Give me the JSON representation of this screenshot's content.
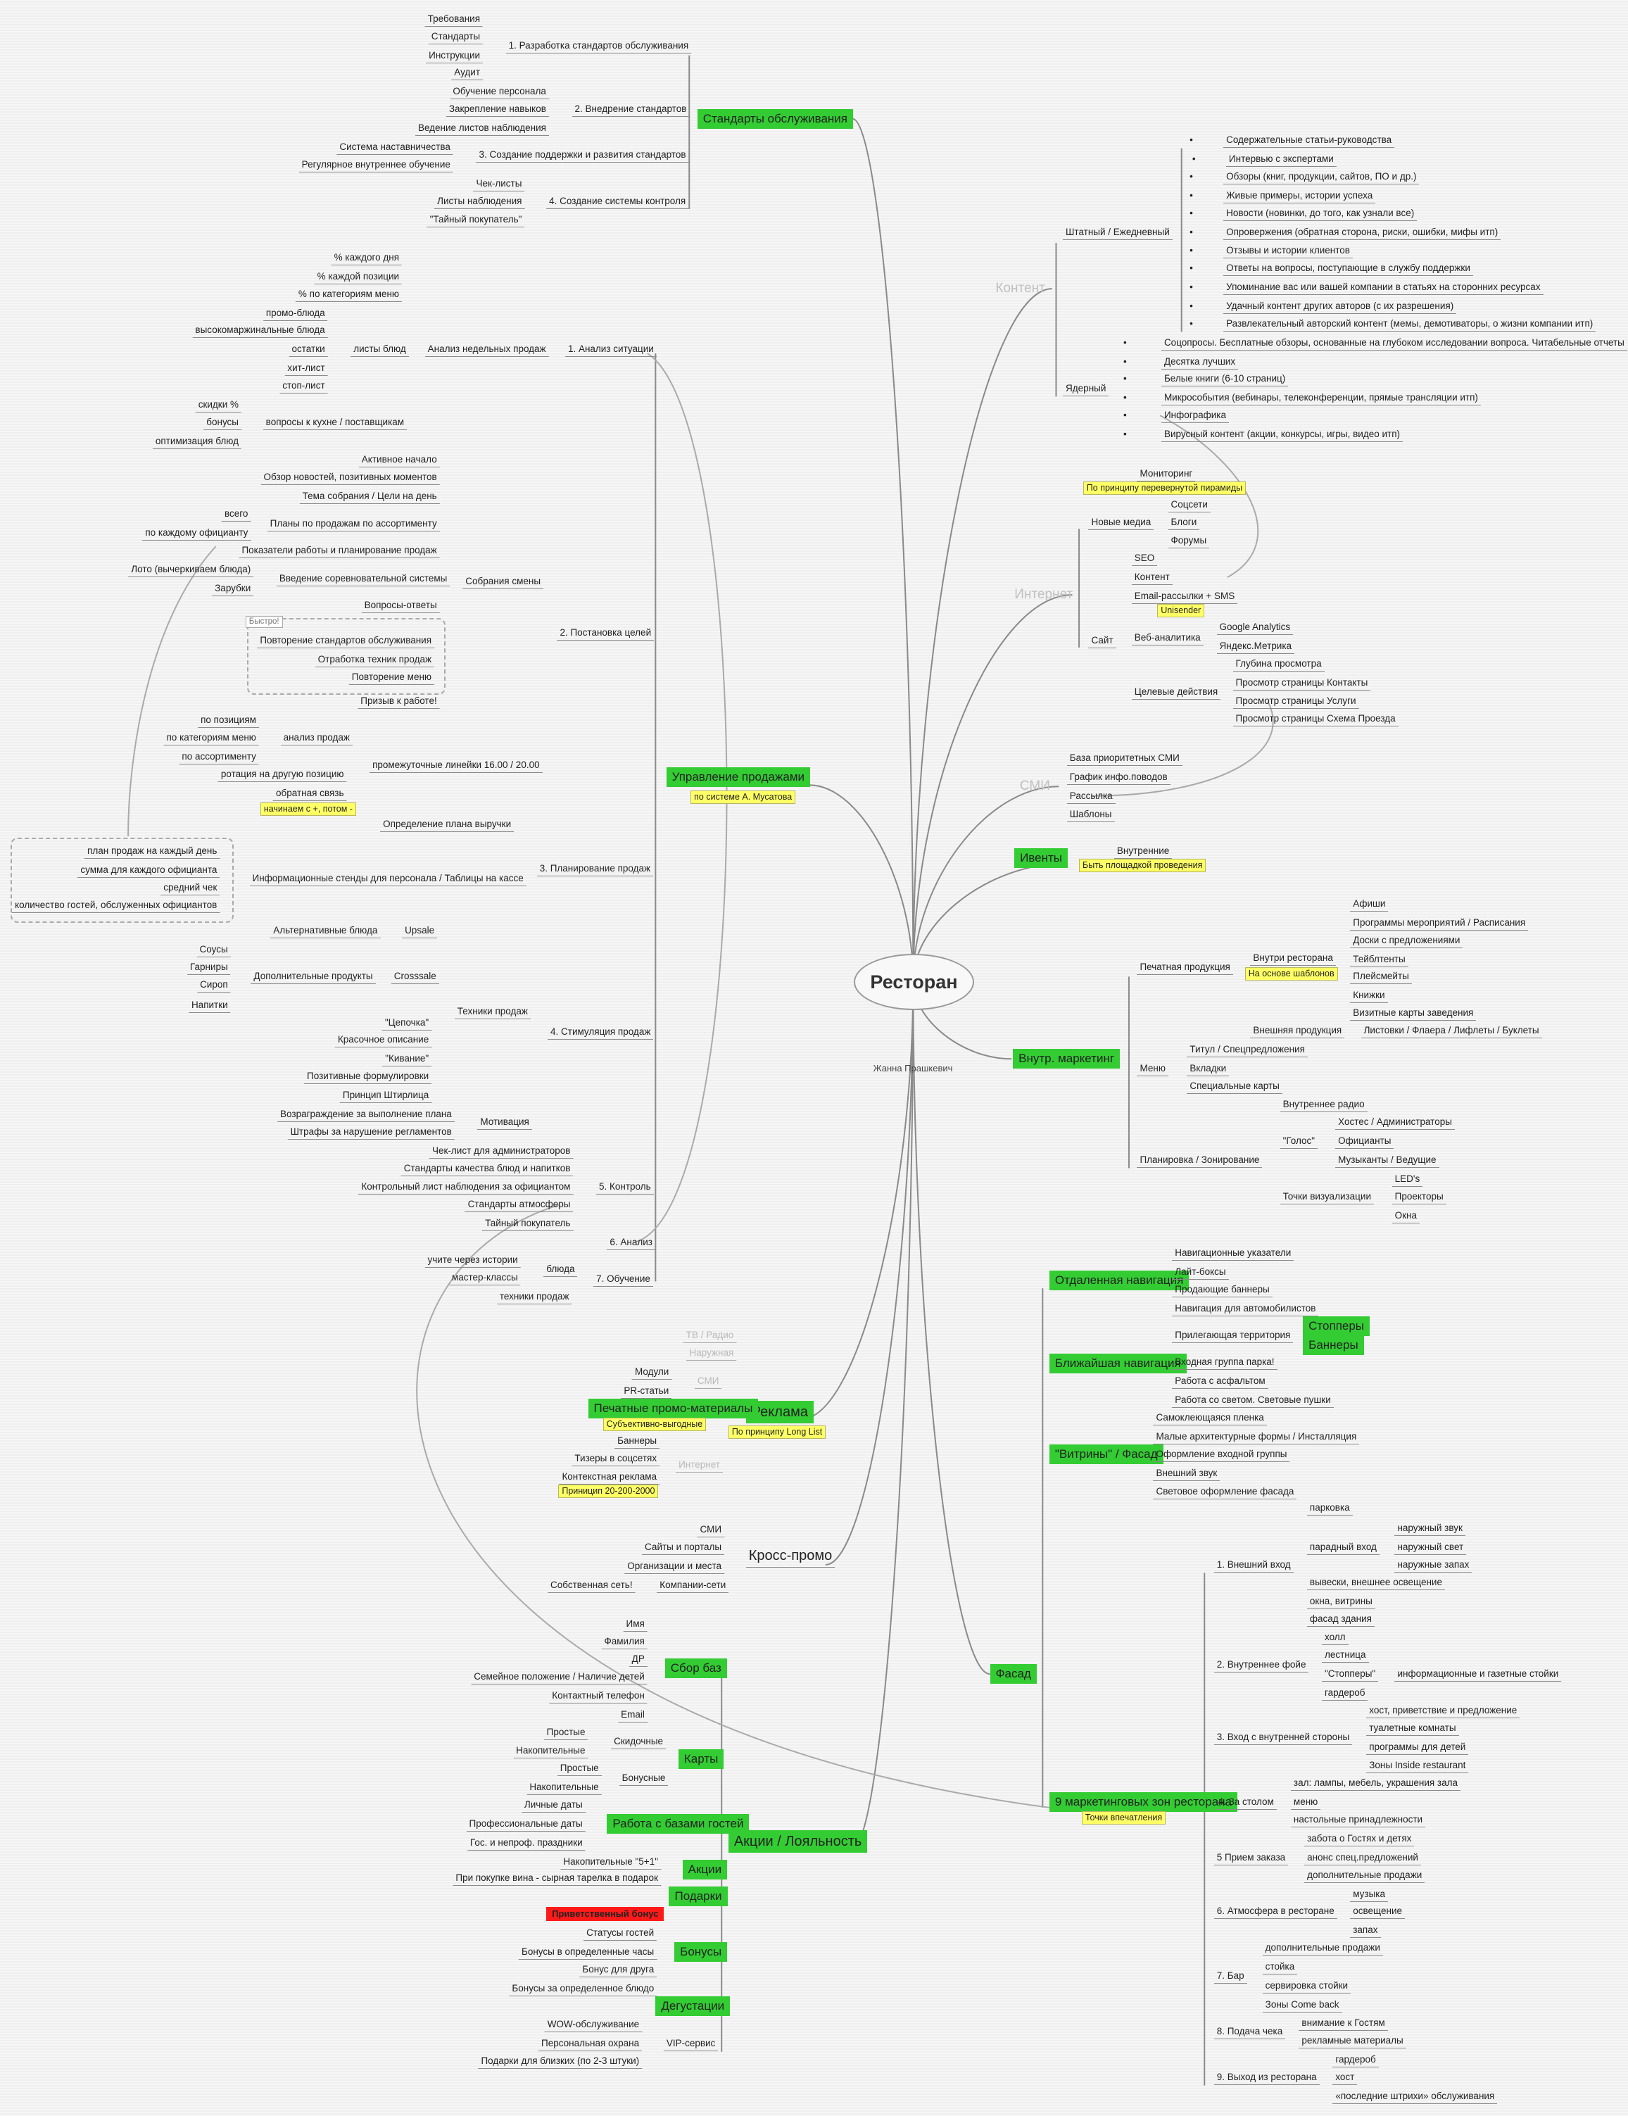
{
  "center": {
    "title": "Ресторан",
    "author": "Жанна Прашкевич"
  },
  "colors": {
    "branch": "#33cc33",
    "note": "#ffff66",
    "alert": "#ff1a1a"
  },
  "map": {
    "standards": [
      "Стандарты обслуживания",
      "1. Разработка стандартов обслуживания",
      "Требования",
      "Стандарты",
      "Инструкции",
      "Аудит",
      "2. Внедрение стандартов",
      "Обучение персонала",
      "Закрепление навыков",
      "Ведение листов наблюдения",
      "3. Создание поддержки и развития стандартов",
      "Система наставничества",
      "Регулярное внутреннее обучение",
      "4. Создание системы контроля",
      "Чек-листы",
      "Листы наблюдения",
      "\"Тайный покупатель\""
    ],
    "sales": [
      "Управление продажами",
      "по системе А. Мусатова",
      "1. Анализ ситуации",
      "Анализ недельных продаж",
      "% каждого дня",
      "% каждой позиции",
      "% по категориям меню",
      "листы блюд",
      "промо-блюда",
      "высокомаржинальные блюда",
      "остатки",
      "хит-лист",
      "стоп-лист",
      "вопросы к кухне / поставщикам",
      "скидки %",
      "бонусы",
      "оптимизация блюд",
      "2. Постановка целей",
      "Собрания смены",
      "Активное начало",
      "Обзор новостей, позитивных моментов",
      "Тема собрания / Цели на день",
      "Планы по продажам по ассортименту",
      "всего",
      "по каждому официанту",
      "Показатели работы и планирование продаж",
      "Введение соревновательной системы",
      "Лото (вычеркиваем блюда)",
      "Зарубки",
      "Вопросы-ответы",
      "Быстро!",
      "Повторение стандартов обслуживания",
      "Отработка техник продаж",
      "Повторение меню",
      "Призыв к работе!",
      "промежуточные линейки 16.00 / 20.00",
      "анализ продаж",
      "по позициям",
      "по категориям меню",
      "по ассортименту",
      "ротация на другую позицию",
      "обратная связь",
      "начинаем с +, потом -",
      "3. Планирование продаж",
      "Определение плана выручки",
      "Информационные стенды для персонала / Таблицы на кассе",
      "план продаж на каждый день",
      "сумма для каждого официанта",
      "средний чек",
      "количество гостей, обслуженных официантов",
      "4. Стимуляция продаж",
      "Техники продаж",
      "Upsale",
      "Альтернативные блюда",
      "Crosssale",
      "Дополнительные продукты",
      "Соусы",
      "Гарниры",
      "Сироп",
      "Напитки",
      "\"Цепочка\"",
      "Красочное описание",
      "\"Кивание\"",
      "Позитивные формулировки",
      "Принцип Штирлица",
      "Мотивация",
      "Возраграждение за выполнение плана",
      "Штрафы за нарушение регламентов",
      "5. Контроль",
      "Чек-лист для администраторов",
      "Стандарты качества блюд и напитков",
      "Контрольный лист наблюдения за официантом",
      "Стандарты атмосферы",
      "Тайный покупатель",
      "6. Анализ",
      "7. Обучение",
      "блюда",
      "учите через истории",
      "мастер-классы",
      "техники продаж"
    ],
    "ads": [
      "Реклама",
      "По принципу Long List",
      "ТВ / Радио",
      "Наружная",
      "СМИ",
      "Модули",
      "PR-статьи",
      "Печатные промо-материалы",
      "Субъективно-выгодные",
      "Интернет",
      "Баннеры",
      "Тизеры в соцсетях",
      "Контекстная реклама",
      "Приницип 20-200-2000"
    ],
    "cross": [
      "Кросс-промо",
      "СМИ",
      "Сайты и порталы",
      "Организации и места",
      "Компании-сети",
      "Собственная сеть!"
    ],
    "loyalty": [
      "Акции / Лояльность",
      "Сбор баз",
      "Имя",
      "Фамилия",
      "ДР",
      "Семейное положение / Наличие детей",
      "Контактный телефон",
      "Email",
      "Карты",
      "Скидочные",
      "Простые",
      "Накопительные",
      "Бонусные",
      "Простые",
      "Накопительные",
      "Работа с базами гостей",
      "Личные даты",
      "Профессиональные даты",
      "Гос. и непроф. праздники",
      "Акции",
      "Накопительные \"5+1\"",
      "При покупке вина - сырная тарелка в подарок",
      "Подарки",
      "Приветственный бонус",
      "Бонусы",
      "Статусы гостей",
      "Бонусы в определенные часы",
      "Бонус для друга",
      "Бонусы за определенное блюдо",
      "Дегустации",
      "VIP-сервис",
      "WOW-обслуживание",
      "Персональная охрана",
      "Подарки для близких (по 2-3 штуки)"
    ],
    "content": [
      "Контент",
      "Штатный / Ежедневный",
      "Содержательные статьи-руководства",
      "Интервью с экспертами",
      "Обзоры (книг, продукции, сайтов, ПО и др.)",
      "Живые примеры, истории успеха",
      "Новости (новинки, до того, как узнали все)",
      "Опровержения (обратная сторона, риски, ошибки, мифы итп)",
      "Отзывы и истории клиентов",
      "Ответы на вопросы, поступающие в службу поддержки",
      "Упоминание вас или вашей компании в статьях на сторонних ресурсах",
      "Удачный контент других авторов (с их разрешения)",
      "Развлекательный авторский контент (мемы, демотиваторы, о жизни компании итп)",
      "Ядерный",
      "Соцопросы. Бесплатные обзоры, основанные на глубоком исследовании вопроса. Читабельные отчеты",
      "Десятка лучших",
      "Белые книги (6-10 страниц)",
      "Микрособытия (вебинары, телеконференции, прямые трансляции итп)",
      "Инфографика",
      "Вирусный контент (акции, конкурсы, игры, видео итп)"
    ],
    "internet": [
      "Интернет",
      "Новые медиа",
      "Мониторинг",
      "По принципу перевернутой пирамиды",
      "Соцсети",
      "Блоги",
      "Форумы",
      "Сайт",
      "SEO",
      "Контент",
      "Email-рассылки + SMS",
      "Unisender",
      "Веб-аналитика",
      "Google Analytics",
      "Яндекс.Метрика",
      "Целевые действия",
      "Глубина просмотра",
      "Просмотр страницы Контакты",
      "Просмотр страницы Услуги",
      "Просмотр страницы Схема Проезда"
    ],
    "media": [
      "СМИ",
      "База приоритетных СМИ",
      "График инфо.поводов",
      "Рассылка",
      "Шаблоны"
    ],
    "events": [
      "Ивенты",
      "Внутренние",
      "Быть площадкой проведения"
    ],
    "internal": [
      "Внутр. маркетинг",
      "Печатная продукция",
      "Внутри ресторана",
      "На основе шаблонов",
      "Афиши",
      "Программы мероприятий / Расписания",
      "Доски с предложениями",
      "Тейблтенты",
      "Плейсмейты",
      "Книжки",
      "Визитные карты заведения",
      "Внешняя продукция",
      "Листовки / Флаера / Лифлеты / Буклеты",
      "Меню",
      "Титул / Спецпредложения",
      "Вкладки",
      "Специальные карты",
      "Планировка / Зонирование",
      "Внутреннее радио",
      "\"Голос\"",
      "Хостес / Администраторы",
      "Официанты",
      "Музыканты / Ведущие",
      "Точки визуализации",
      "LED's",
      "Проекторы",
      "Окна"
    ],
    "facade": [
      "Фасад",
      "Отдаленная навигация",
      "Навигационные указатели",
      "Лайт-боксы",
      "Продающие баннеры",
      "Навигация для автомобилистов",
      "Ближайшая навигация",
      "Прилегающая территория",
      "Стопперы",
      "Баннеры",
      "Входная группа парка!",
      "Работа с асфальтом",
      "Работа со светом. Световые пушки",
      "\"Витрины\" / Фасад",
      "Самоклеющаяся пленка",
      "Малые архитектурные формы / Инсталляция",
      "Оформление входной группы",
      "Внешний звук",
      "Световое оформление фасада",
      "9 маркетинговых зон ресторана",
      "Точки впечатления"
    ],
    "zones": [
      "1. Внешний вход",
      "парковка",
      "парадный вход",
      "наружный звук",
      "наружный свет",
      "наружные запах",
      "вывески, внешнее освещение",
      "окна, витрины",
      "фасад здания",
      "2. Внутреннее фойе",
      "холл",
      "лестница",
      "\"Стопперы\"",
      "информационные и газетные стойки",
      "гардероб",
      "3. Вход с внутренней стороны",
      "хост, приветствие и предложение",
      "туалетные комнаты",
      "программы для детей",
      "Зоны Inside restaurant",
      "4. За столом",
      "зал: лампы, мебель, украшения зала",
      "меню",
      "настольные принадлежности",
      "5 Прием заказа",
      "забота о Гостях и детях",
      "анонс спец.предложений",
      "дополнительные продажи",
      "6. Атмосфера в ресторане",
      "музыка",
      "освещение",
      "запах",
      "7. Бар",
      "дополнительные продажи",
      "стойка",
      "сервировка стойки",
      "Зоны Come back",
      "8. Подача чека",
      "внимание к Гостям",
      "рекламные материалы",
      "9. Выход из ресторана",
      "гардероб",
      "хост",
      "«последние штрихи» обслуживания"
    ]
  }
}
